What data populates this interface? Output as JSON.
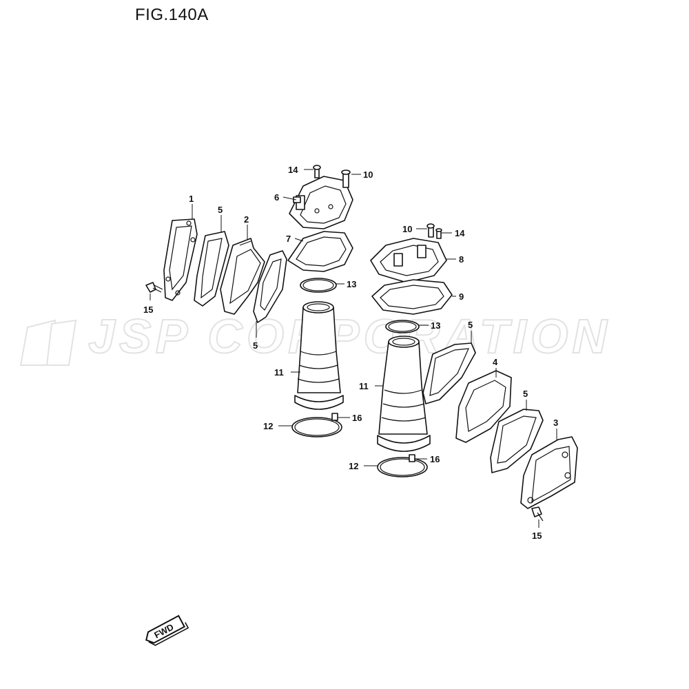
{
  "title": "FIG.140A",
  "watermark": "JSP CORPORATION",
  "fwd_label": "FWD",
  "callouts": {
    "c1": "1",
    "c2": "2",
    "c3": "3",
    "c4": "4",
    "c5a": "5",
    "c5b": "5",
    "c5c": "5",
    "c5d": "5",
    "c6": "6",
    "c7": "7",
    "c8": "8",
    "c9": "9",
    "c10a": "10",
    "c10b": "10",
    "c11a": "11",
    "c11b": "11",
    "c12a": "12",
    "c12b": "12",
    "c13a": "13",
    "c13b": "13",
    "c14a": "14",
    "c14b": "14",
    "c15a": "15",
    "c15b": "15",
    "c16a": "16",
    "c16b": "16"
  }
}
